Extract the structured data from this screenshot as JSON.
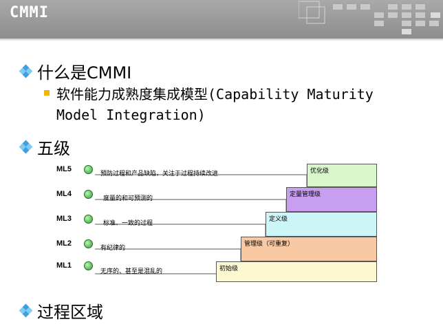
{
  "header": {
    "title": "CMMI"
  },
  "sections": [
    {
      "heading": "什么是CMMI",
      "sub": [
        "软件能力成熟度集成模型(Capability Maturity",
        "Model  Integration)"
      ]
    },
    {
      "heading": "五级"
    },
    {
      "heading": "过程区域"
    }
  ],
  "levels": [
    {
      "code": "ML5",
      "desc": "预防过程和产品缺陷，关注于过程持续改进",
      "name": "优化级",
      "color": "#d9f7cc"
    },
    {
      "code": "ML4",
      "desc": "度量的和可预测的",
      "name": "定量管理级",
      "color": "#c79ef0"
    },
    {
      "code": "ML3",
      "desc": "标准、一致的过程",
      "name": "定义级",
      "color": "#ccf5f7"
    },
    {
      "code": "ML2",
      "desc": "有纪律的",
      "name": "管理级（可重复）",
      "color": "#f8c9a3"
    },
    {
      "code": "ML1",
      "desc": "无序的、甚至是混乱的",
      "name": "初始级",
      "color": "#fbf8d2"
    }
  ]
}
